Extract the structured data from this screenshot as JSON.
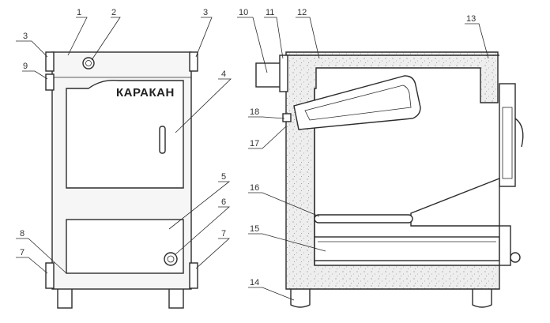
{
  "brand": "КАРАКАН",
  "callouts": [
    "1",
    "2",
    "3",
    "3",
    "9",
    "4",
    "5",
    "6",
    "8",
    "7",
    "7",
    "10",
    "11",
    "12",
    "13",
    "18",
    "17",
    "16",
    "15",
    "14"
  ]
}
